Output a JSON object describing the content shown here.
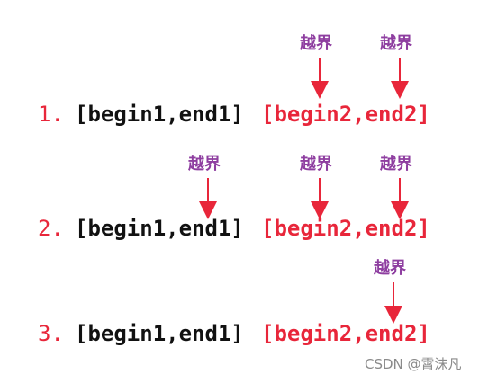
{
  "rows": [
    {
      "number": "1.",
      "range1": "[begin1,end1]",
      "range2": "[begin2,end2]",
      "labels": [
        "越界",
        "越界"
      ]
    },
    {
      "number": "2.",
      "range1": "[begin1,end1]",
      "range2": "[begin2,end2]",
      "labels": [
        "越界",
        "越界",
        "越界"
      ]
    },
    {
      "number": "3.",
      "range1": "[begin1,end1]",
      "range2": "[begin2,end2]",
      "labels": [
        "越界"
      ]
    }
  ],
  "watermark": "CSDN @霄沫凡",
  "colors": {
    "number": "#e8263a",
    "range1": "#111111",
    "range2": "#e8263a",
    "label": "#8e3ea0",
    "arrow": "#e8263a",
    "watermark": "#8a8a8a"
  }
}
